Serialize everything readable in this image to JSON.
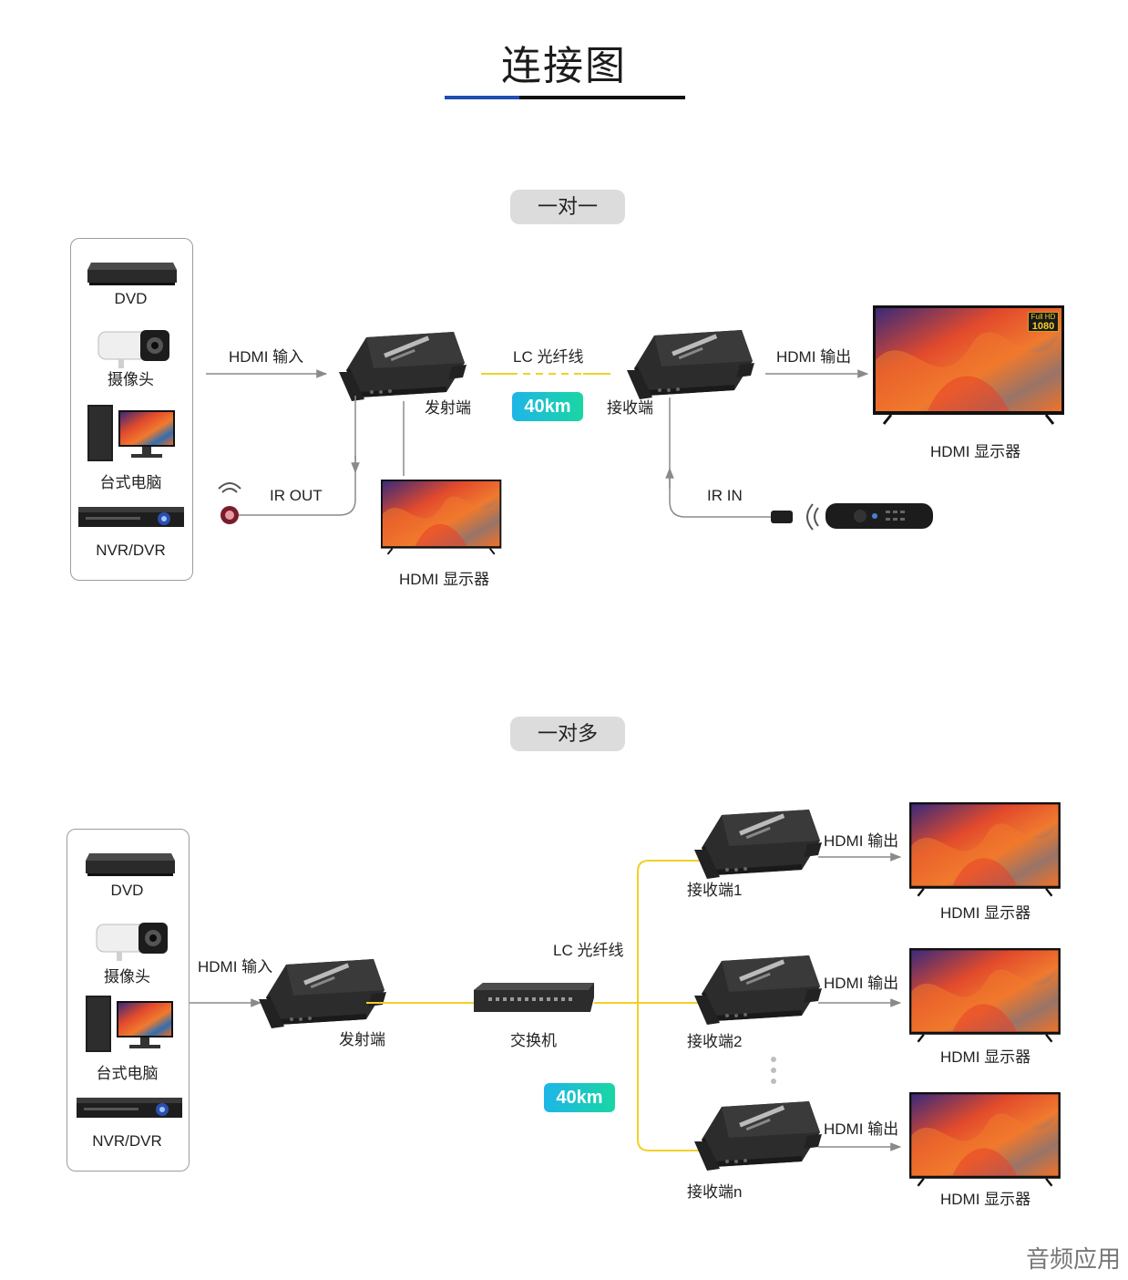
{
  "title": "连接图",
  "colors": {
    "title_underline_left": "#1d4fb3",
    "title_underline_right": "#111111",
    "fiber": "#f2d027",
    "arrow": "#8a8a8a",
    "badge_from": "#1fb5e8",
    "badge_to": "#19d6a3"
  },
  "one_to_one": {
    "section_label": "一对一",
    "sources": [
      "DVD",
      "摄像头",
      "台式电脑",
      "NVR/DVR"
    ],
    "hdmi_input": "HDMI 输入",
    "transmitter": "发射端",
    "fiber_label": "LC 光纤线",
    "distance": "40km",
    "receiver": "接收端",
    "hdmi_output": "HDMI 输出",
    "display_main": "HDMI 显示器",
    "ir_out": "IR OUT",
    "display_local": "HDMI 显示器",
    "ir_in": "IR IN"
  },
  "one_to_many": {
    "section_label": "一对多",
    "sources": [
      "DVD",
      "摄像头",
      "台式电脑",
      "NVR/DVR"
    ],
    "hdmi_input": "HDMI 输入",
    "transmitter": "发射端",
    "switch": "交换机",
    "fiber_label": "LC 光纤线",
    "distance": "40km",
    "receivers": [
      {
        "name": "接收端1",
        "output": "HDMI 输出",
        "display": "HDMI 显示器"
      },
      {
        "name": "接收端2",
        "output": "HDMI 输出",
        "display": "HDMI 显示器"
      },
      {
        "name": "接收端n",
        "output": "HDMI 输出",
        "display": "HDMI 显示器"
      }
    ]
  },
  "tv_badge": {
    "top": "Full HD",
    "bottom": "1080"
  },
  "watermark": "音频应用"
}
